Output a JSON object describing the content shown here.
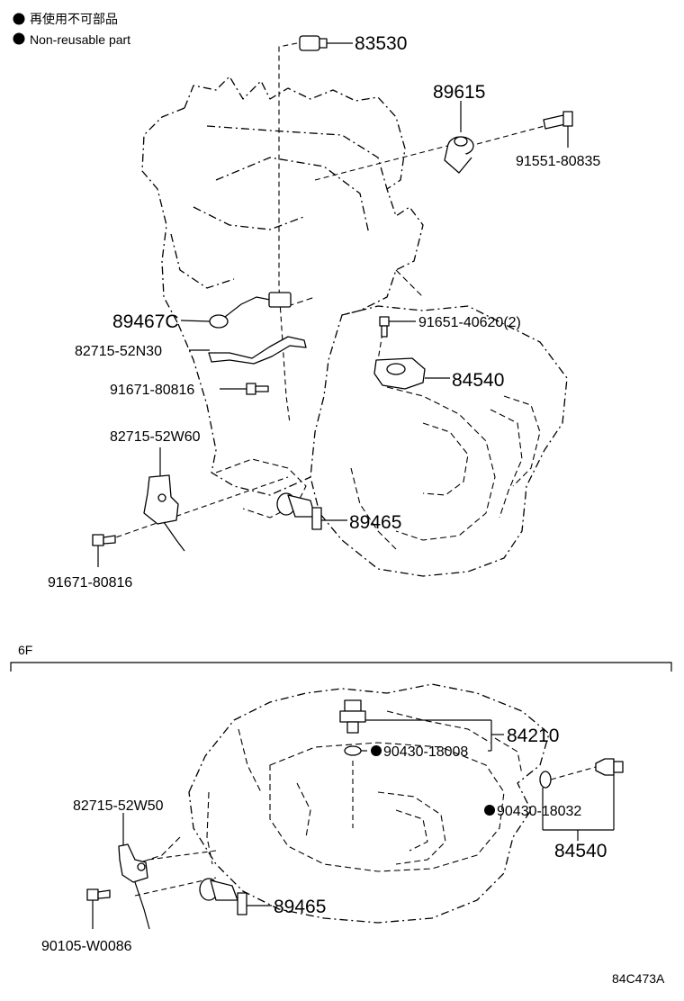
{
  "legend": {
    "items": [
      {
        "symbol": "filled-dot",
        "label": "再使用不可部品"
      },
      {
        "symbol": "filled-dot",
        "label": "Non-reusable part"
      }
    ]
  },
  "top_section": {
    "callouts": {
      "c83530": "83530",
      "c89615": "89615",
      "c91551": "91551-80835",
      "c89467c": "89467C",
      "c91651": "91651-40620(2)",
      "c82715_n30": "82715-52N30",
      "c84540": "84540",
      "c91671_a": "91671-80816",
      "c82715_w60": "82715-52W60",
      "c89465": "89465",
      "c91671_b": "91671-80816"
    }
  },
  "bottom_section": {
    "variant_label": "6F",
    "callouts": {
      "c84210": "84210",
      "c90430_18008": "90430-18008",
      "c82715_w50": "82715-52W50",
      "c90430_18032": "90430-18032",
      "c84540": "84540",
      "c89465": "89465",
      "c90105": "90105-W0086"
    },
    "non_reusable_marks": [
      "90430-18008",
      "90430-18032"
    ]
  },
  "footer": {
    "drawing_code": "84C473A"
  }
}
